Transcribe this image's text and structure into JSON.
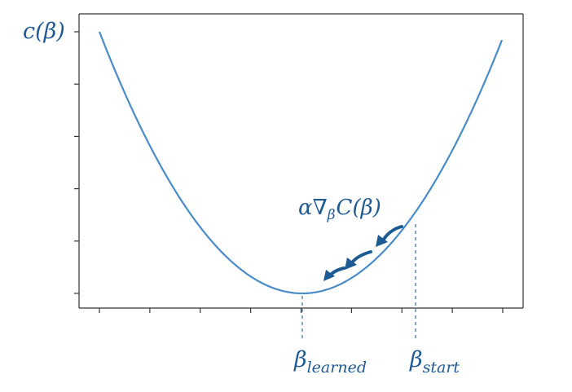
{
  "chart_data": {
    "type": "line",
    "function": "parabola",
    "ylabel": "c(β)",
    "annotation": {
      "alpha": "α",
      "nabla": "∇",
      "subscript": "β",
      "rest": "C(β)"
    },
    "markers": [
      {
        "name": "learned",
        "base": "β",
        "sub": "learned"
      },
      {
        "name": "start",
        "base": "β",
        "sub": "start"
      }
    ],
    "descent_arrows": 3,
    "x_tick_count": 9,
    "y_tick_count": 6,
    "colors": {
      "curve": "#4a8cc9",
      "text": "#1f5a96",
      "arrow": "#1c5a92",
      "axis": "#333333"
    }
  }
}
